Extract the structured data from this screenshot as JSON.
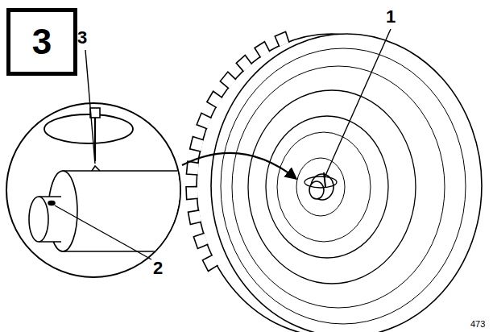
{
  "diagram": {
    "nodes": [
      {
        "text": [
          "3"
        ]
      }
    ],
    "labels": [
      "1",
      "3",
      "2",
      "473"
    ]
  }
}
